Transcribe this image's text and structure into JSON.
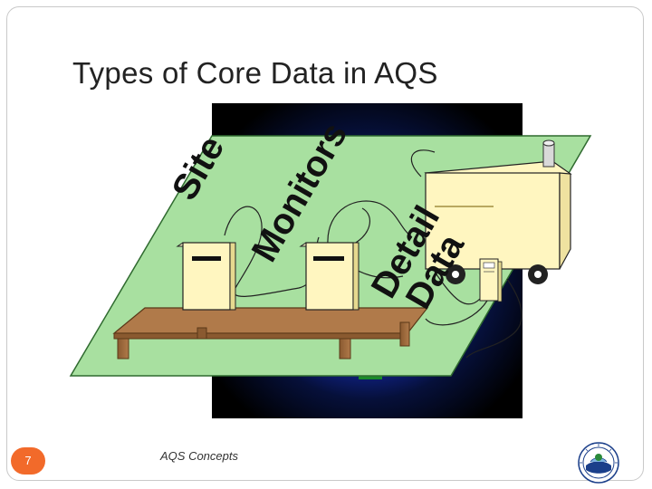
{
  "slide": {
    "title": "Types of Core Data in AQS",
    "footer": "AQS Concepts",
    "page_number": "7"
  },
  "labels": {
    "site": "Site",
    "monitors": "Monitors",
    "detail": "Detail",
    "data": "Data"
  },
  "logo": {
    "name": "epa-seal-logo"
  },
  "colors": {
    "plane": "#a8e0a0",
    "backdrop_center": "#1f3fff",
    "backdrop_edge": "#000000",
    "table": "#b07a4a",
    "enclosure": "#fff6c0",
    "page_badge": "#f26a2a"
  }
}
